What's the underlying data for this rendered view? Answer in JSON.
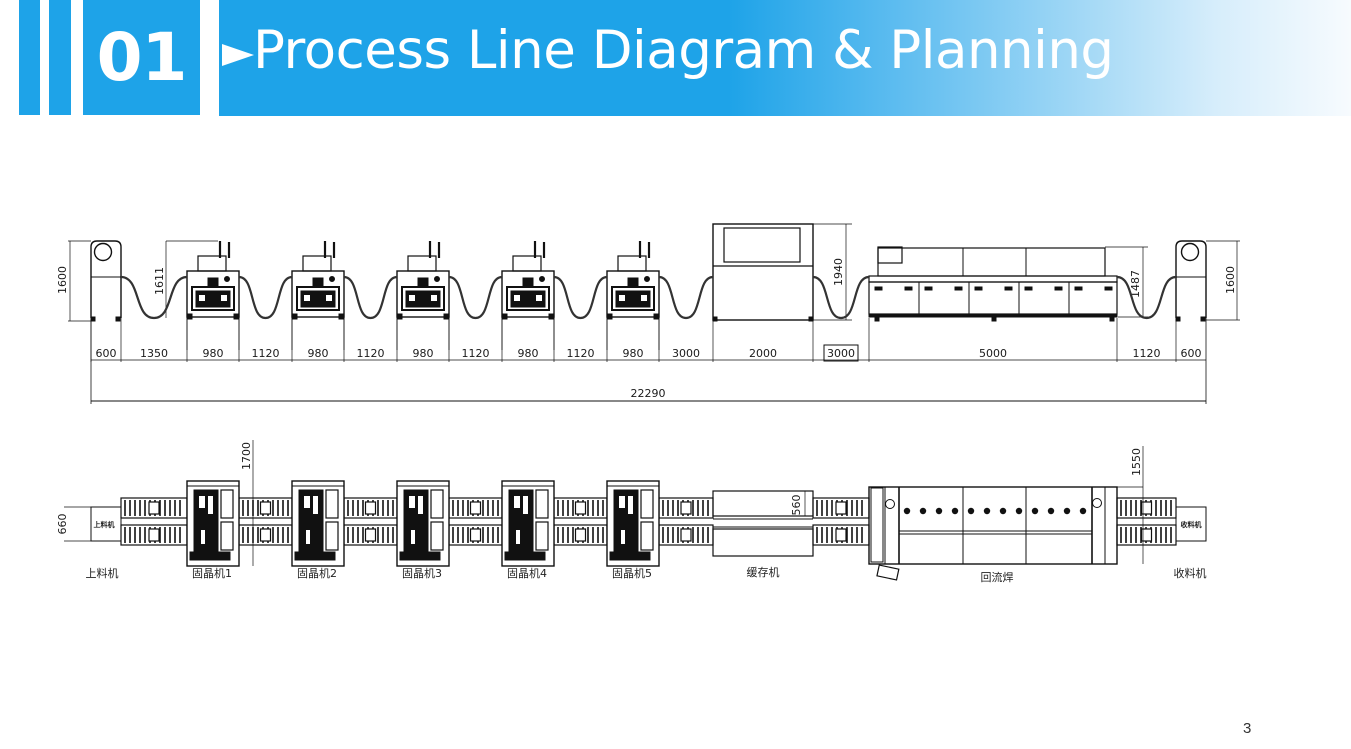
{
  "header": {
    "section_number": "01",
    "title": "Process Line Diagram & Planning",
    "accent_color": "#1ea3e8"
  },
  "side_view": {
    "height_dims": {
      "loader": "1600",
      "die_bonder": "1611",
      "buffer": "1940",
      "reflow": "1487",
      "unloader": "1600"
    },
    "length_dims": [
      "600",
      "1350",
      "980",
      "1120",
      "980",
      "1120",
      "980",
      "1120",
      "980",
      "1120",
      "980",
      "3000",
      "2000",
      "3000",
      "5000",
      "1120",
      "600"
    ],
    "total_length": "22290"
  },
  "top_view": {
    "width_dims": {
      "loader": "660",
      "die_bonder": "1700",
      "buffer": "560",
      "reflow": "1550"
    },
    "loader_inner_label": "上料机",
    "unloader_inner_label": "收料机",
    "machine_labels": [
      "上料机",
      "固晶机1",
      "固晶机2",
      "固晶机3",
      "固晶机4",
      "固晶机5",
      "缓存机",
      "回流焊",
      "收料机"
    ]
  },
  "footer": {
    "page_number": "3"
  }
}
